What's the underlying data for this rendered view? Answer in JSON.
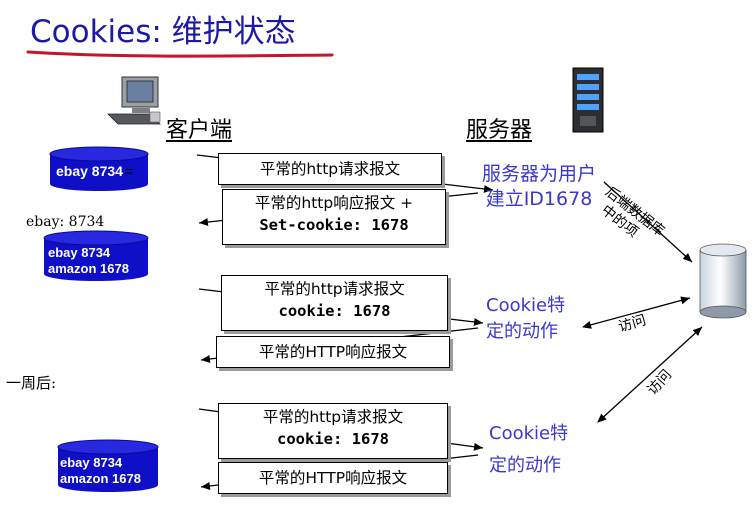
{
  "title": "Cookies: 维护状态",
  "colors": {
    "title": "#1a1aa6",
    "underline": "#c4152a",
    "db_fill": "#0f0fc8",
    "annot": "#3838d0"
  },
  "headings": {
    "client": "客户端",
    "server": "服务器"
  },
  "client": {
    "db1": {
      "line1": "ebay 8734",
      "suffix": "="
    },
    "ebay_label": "ebay: 8734",
    "db2": {
      "line1": "ebay 8734",
      "line2": "amazon 1678"
    },
    "week_later": "一周后:",
    "db3": {
      "line1": "ebay 8734",
      "line2": "amazon 1678"
    }
  },
  "messages": {
    "m1": {
      "line1": "平常的http请求报文"
    },
    "m2": {
      "line1": "平常的http响应报文 +",
      "line2": "Set-cookie: 1678"
    },
    "m3": {
      "line1": "平常的http请求报文",
      "line2": "cookie: 1678"
    },
    "m4": {
      "line1": "平常的HTTP响应报文"
    },
    "m5": {
      "line1": "平常的http请求报文",
      "line2": "cookie: 1678"
    },
    "m6": {
      "line1": "平常的HTTP响应报文"
    }
  },
  "server": {
    "creates_id": {
      "line1": "服务器为用户",
      "line2": "建立ID1678"
    },
    "backend_db": {
      "line1": "后端数据库",
      "line2": "中的项"
    },
    "action1": {
      "line1": "Cookie特",
      "line2": "定的动作"
    },
    "access1": "访问",
    "access2": "访问",
    "action2": {
      "line1": "Cookie特",
      "line2": "定的动作"
    }
  },
  "icons": [
    "computer-icon",
    "server-icon",
    "database-icon"
  ]
}
